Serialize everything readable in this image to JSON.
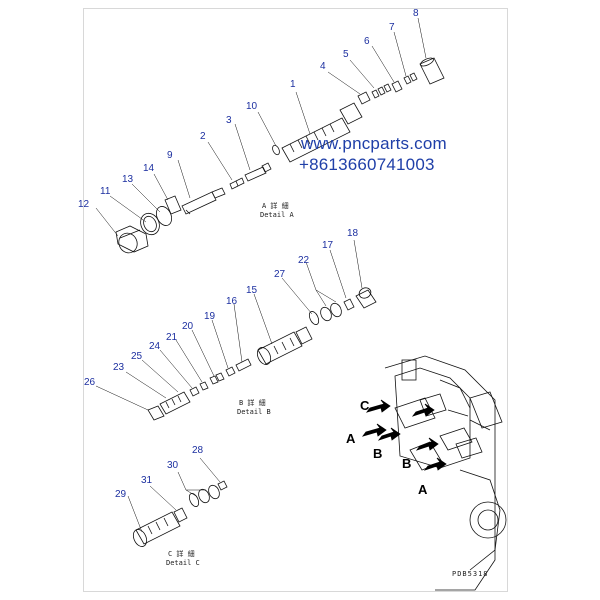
{
  "callouts": {
    "c1": "1",
    "c2": "2",
    "c3": "3",
    "c4": "4",
    "c5": "5",
    "c6": "6",
    "c7": "7",
    "c8": "8",
    "c9": "9",
    "c10": "10",
    "c11": "11",
    "c12": "12",
    "c13": "13",
    "c14": "14",
    "c15": "15",
    "c16": "16",
    "c17": "17",
    "c18": "18",
    "c19": "19",
    "c20": "20",
    "c21": "21",
    "c22": "22",
    "c23": "23",
    "c24": "24",
    "c25": "25",
    "c26": "26",
    "c27": "27",
    "c28": "28",
    "c29": "29",
    "c30": "30",
    "c31": "31"
  },
  "details": {
    "a_jp": "A 詳 細",
    "a_en": "Detail A",
    "b_jp": "B 詳 細",
    "b_en": "Detail B",
    "c_jp": "C 詳 細",
    "c_en": "Detail C"
  },
  "view_arrows": {
    "c": "C",
    "a_left": "A",
    "b_left": "B",
    "b_right": "B",
    "a_bottom": "A"
  },
  "watermark": {
    "site": "www.pncparts.com",
    "phone": "+8613660741003"
  },
  "drawing_code": "PDB5318",
  "colors": {
    "callout_text": "#1c2fa0",
    "watermark_text": "#1f3fa8",
    "line": "#111111"
  }
}
